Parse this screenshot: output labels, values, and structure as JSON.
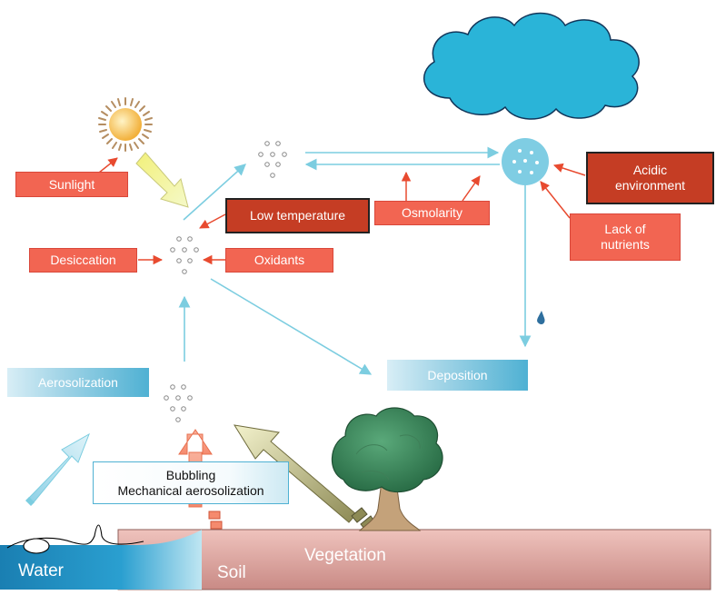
{
  "stressors": {
    "sunlight": "Sunlight",
    "low_temperature": "Low temperature",
    "desiccation": "Desiccation",
    "oxidants": "Oxidants",
    "osmolarity": "Osmolarity",
    "acidic_environment": "Acidic environment",
    "lack_of_nutrients": "Lack of nutrients"
  },
  "processes": {
    "aerosolization": "Aerosolization",
    "deposition": "Deposition",
    "bubbling": "Bubbling",
    "mechanical_aerosolization": "Mechanical aerosolization"
  },
  "sources": {
    "water": "Water",
    "soil": "Soil",
    "vegetation": "Vegetation"
  },
  "colors": {
    "stressor_box": "#f26552",
    "stressor_box_dark": "#c53d24",
    "stressor_arrow": "#e84a2f",
    "flow_arrow": "#7ccde0",
    "cloud": "#2ab4d8",
    "cloud_outline": "#12365a",
    "ground": "#e6aea6",
    "water": "#1e8fc2",
    "sun": "#f7c45a",
    "tree": "#3b8a5a"
  },
  "icons": [
    "sun-icon",
    "cloud-icon",
    "droplet-icon",
    "tree-icon",
    "wave-icon"
  ]
}
